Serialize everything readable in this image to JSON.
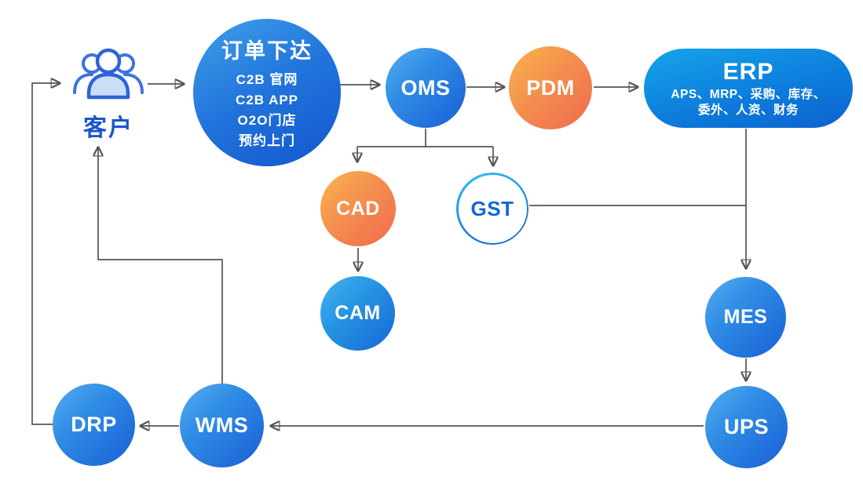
{
  "diagram": {
    "customer": {
      "label": "客户",
      "icon": "customers-icon"
    },
    "order": {
      "title": "订单下达",
      "lines": [
        "C2B 官网",
        "C2B APP",
        "O2O门店",
        "预约上门"
      ]
    },
    "oms": {
      "label": "OMS"
    },
    "pdm": {
      "label": "PDM"
    },
    "erp": {
      "title": "ERP",
      "sub_line1": "APS、MRP、采购、库存、",
      "sub_line2": "委外、人资、财务"
    },
    "cad": {
      "label": "CAD"
    },
    "gst": {
      "label": "GST"
    },
    "cam": {
      "label": "CAM"
    },
    "mes": {
      "label": "MES"
    },
    "ups": {
      "label": "UPS"
    },
    "wms": {
      "label": "WMS"
    },
    "drp": {
      "label": "DRP"
    },
    "edges": [
      {
        "from": "customer",
        "to": "order"
      },
      {
        "from": "order",
        "to": "oms"
      },
      {
        "from": "oms",
        "to": "pdm"
      },
      {
        "from": "pdm",
        "to": "erp"
      },
      {
        "from": "oms",
        "to": "cad"
      },
      {
        "from": "oms",
        "to": "gst"
      },
      {
        "from": "cad",
        "to": "cam"
      },
      {
        "from": "erp",
        "to": "mes"
      },
      {
        "from": "gst",
        "to": "erp-mes-line"
      },
      {
        "from": "mes",
        "to": "ups"
      },
      {
        "from": "ups",
        "to": "wms"
      },
      {
        "from": "wms",
        "to": "drp"
      },
      {
        "from": "wms",
        "to": "customer"
      },
      {
        "from": "drp",
        "to": "customer"
      }
    ]
  },
  "colors": {
    "blue_gradient_start": "#55AEF0",
    "blue_gradient_end": "#1A5ED6",
    "big_circle_start": "#3FA0E8",
    "big_circle_end": "#1256CD",
    "orange_gradient_start": "#F9B44F",
    "orange_gradient_end": "#EF6A4E",
    "erp_gradient_start": "#16A5EA",
    "erp_gradient_end": "#0B63CF",
    "gst_border_start": "#35C3F3",
    "gst_border_end": "#1563D4",
    "gst_text": "#1566D4",
    "customer_text": "#1B55CB",
    "connector_line": "#555555",
    "arrowhead": "#2E9FE8",
    "background": "#FFFFFF"
  }
}
